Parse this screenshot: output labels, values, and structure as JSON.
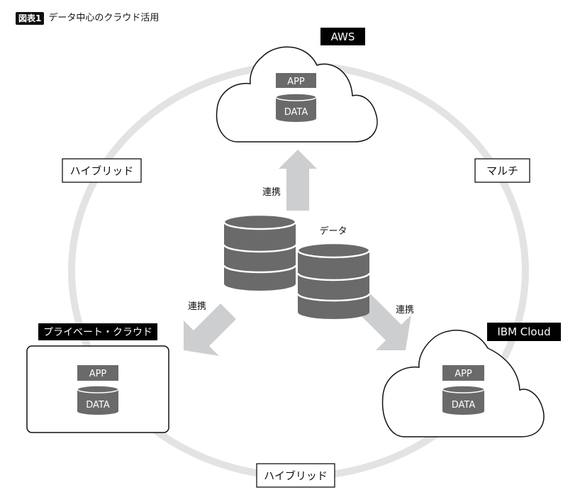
{
  "title": {
    "badge": "図表1",
    "text": "データ中心のクラウド活用"
  },
  "colors": {
    "ring": "#e3e3e3",
    "arrow": "#cdcecf",
    "database": "#6a6a6a",
    "label_bg": "#000000",
    "label_text": "#ffffff",
    "outline": "#111111"
  },
  "center": {
    "data_label": "データ",
    "links": {
      "up": "連携",
      "left": "連携",
      "right": "連携"
    }
  },
  "nodes": {
    "aws": {
      "label": "AWS",
      "app": "APP",
      "data": "DATA"
    },
    "private": {
      "label": "プライベート・クラウド",
      "app": "APP",
      "data": "DATA"
    },
    "ibm": {
      "label": "IBM Cloud",
      "app": "APP",
      "data": "DATA"
    }
  },
  "relations": {
    "left": "ハイブリッド",
    "right": "マルチ",
    "bottom": "ハイブリッド"
  }
}
